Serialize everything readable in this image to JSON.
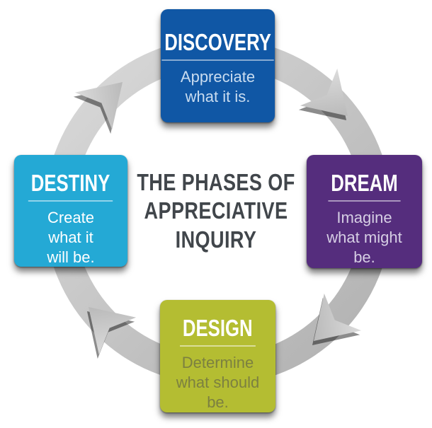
{
  "center_title": {
    "text": "THE PHASES OF\nAPPRECIATIVE\nINQUIRY",
    "color": "#41464b"
  },
  "ring": {
    "gradient_light": "#dcdcdc",
    "gradient_dark": "#aeaeae",
    "direction": "clockwise",
    "arrow_count": 4
  },
  "phases": [
    {
      "id": "discovery",
      "title": "DISCOVERY",
      "subtitle": "Appreciate\nwhat it is.",
      "bg": "#1057a5",
      "subtitle_color": "#c9dcf0",
      "position": "top"
    },
    {
      "id": "dream",
      "title": "DREAM",
      "subtitle": "Imagine\nwhat might\nbe.",
      "bg": "#552d7d",
      "subtitle_color": "#d6cee4",
      "position": "right"
    },
    {
      "id": "design",
      "title": "DESIGN",
      "subtitle": "Determine\nwhat should\nbe.",
      "bg": "#b4bd32",
      "subtitle_color": "#7c8040",
      "position": "bottom"
    },
    {
      "id": "destiny",
      "title": "DESTINY",
      "subtitle": "Create\nwhat it\nwill be.",
      "bg": "#24a9d5",
      "subtitle_color": "#ffffff",
      "position": "left"
    }
  ]
}
